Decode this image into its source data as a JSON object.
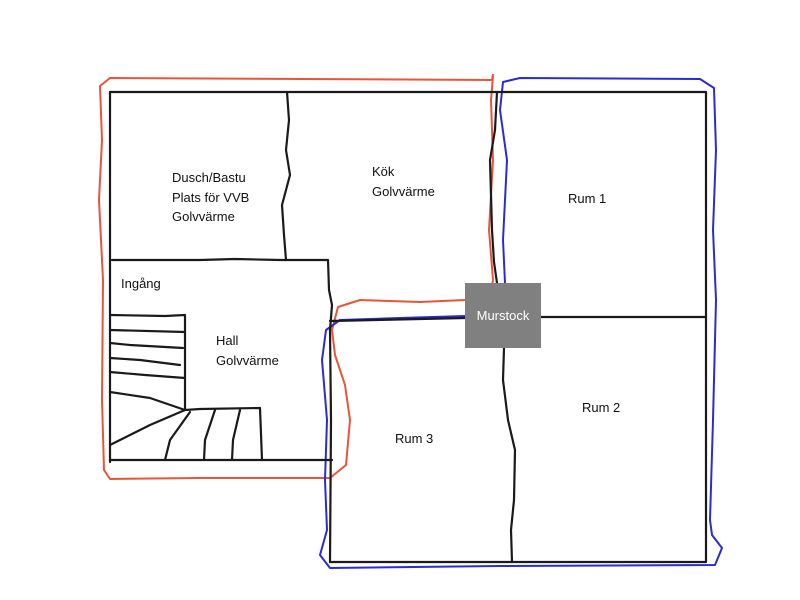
{
  "rooms": {
    "dusch": {
      "line1": "Dusch/Bastu",
      "line2": "Plats för VVB",
      "line3": "Golvvärme"
    },
    "kok": {
      "line1": "Kök",
      "line2": "Golvvärme"
    },
    "rum1": {
      "label": "Rum 1"
    },
    "ingang": {
      "label": "Ingång"
    },
    "hall": {
      "line1": "Hall",
      "line2": "Golvvärme"
    },
    "murstock": {
      "label": "Murstock"
    },
    "rum2": {
      "label": "Rum 2"
    },
    "rum3": {
      "label": "Rum 3"
    }
  },
  "colors": {
    "heating_zone_1": "#e8553a",
    "heating_zone_2": "#2b2bd6",
    "murstock": "#808080"
  }
}
